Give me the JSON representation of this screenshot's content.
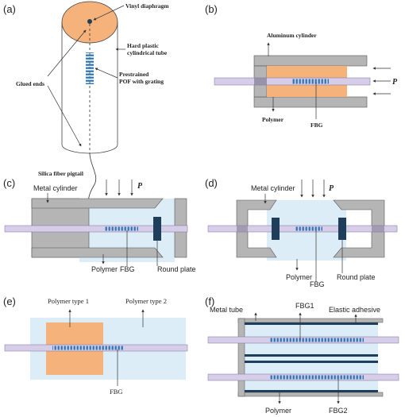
{
  "colors": {
    "orange": "#f5b27b",
    "light_blue": "#dcedf8",
    "metal_gray": "#b5b5b5",
    "fiber_lavender": "#d6cde8",
    "grating_blue": "#2a74b8",
    "navy": "#1f3e59"
  },
  "panels": {
    "a": {
      "label": "(a)",
      "vinyl": "Vinyl diaphragm",
      "tube_1": "Hard plastic",
      "tube_2": "cylindrical tube",
      "glued": "Glued ends",
      "pof_1": "Prestrained",
      "pof_2": "POF with grating",
      "pigtail": "Silica fiber pigtail"
    },
    "b": {
      "label": "(b)",
      "cylinder": "Aluminum cylinder",
      "polymer": "Polymer",
      "fbg": "FBG",
      "p": "P"
    },
    "c": {
      "label": "(c)",
      "cylinder": "Metal cylinder",
      "polymer": "Polymer",
      "fbg": "FBG",
      "plate": "Round plate",
      "p": "P"
    },
    "d": {
      "label": "(d)",
      "cylinder": "Metal cylinder",
      "polymer": "Polymer",
      "fbg": "FBG",
      "plate": "Round plate",
      "p": "P"
    },
    "e": {
      "label": "(e)",
      "type1": "Polymer type 1",
      "type2": "Polymer type 2",
      "fbg": "FBG"
    },
    "f": {
      "label": "(f)",
      "tube": "Metal tube",
      "fbg1": "FBG1",
      "adhesive": "Elastic adhesive",
      "polymer": "Polymer",
      "fbg2": "FBG2"
    }
  }
}
